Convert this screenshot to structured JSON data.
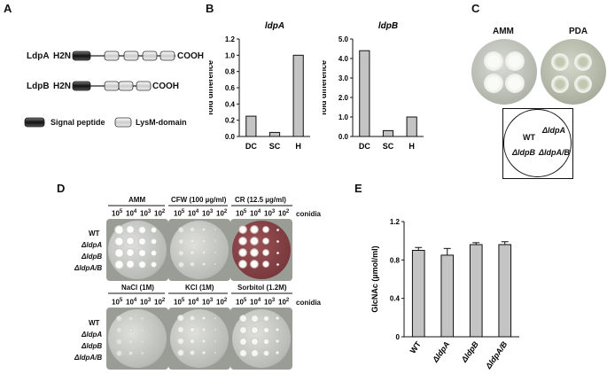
{
  "panels": {
    "a": "A",
    "b": "B",
    "c": "C",
    "d": "D",
    "e": "E"
  },
  "panel_a": {
    "proteins": [
      {
        "name": "LdpA",
        "n_term": "H2N",
        "c_term": "COOH",
        "lysm_count": 4
      },
      {
        "name": "LdpB",
        "n_term": "H2N",
        "c_term": "COOH",
        "lysm_count": 3
      }
    ],
    "legend": {
      "signal_peptide": "Signal peptide",
      "lysm": "LysM-domain"
    }
  },
  "chart_data": [
    {
      "type": "bar",
      "title": "ldpA",
      "ylabel": "fold difference",
      "categories": [
        "DC",
        "SC",
        "H"
      ],
      "values": [
        0.25,
        0.05,
        1.0
      ],
      "ylim": [
        0,
        1.2
      ],
      "ticks": [
        "0.0",
        "0.2",
        "0.4",
        "0.6",
        "0.8",
        "1.0",
        "1.2"
      ]
    },
    {
      "type": "bar",
      "title": "ldpB",
      "ylabel": "fold difference",
      "categories": [
        "DC",
        "SC",
        "H"
      ],
      "values": [
        4.4,
        0.3,
        1.0
      ],
      "ylim": [
        0,
        5.0
      ],
      "ticks": [
        "0.0",
        "1.0",
        "2.0",
        "3.0",
        "4.0",
        "5.0"
      ]
    },
    {
      "type": "bar",
      "ylabel": "GlcNAc (µmol/ml)",
      "categories": [
        "WT",
        "ΔldpA",
        "ΔldpB",
        "ΔldpA/B"
      ],
      "values": [
        0.9,
        0.85,
        0.96,
        0.96
      ],
      "errors": [
        0.03,
        0.07,
        0.02,
        0.03
      ],
      "ylim": [
        0,
        1.2
      ],
      "ticks": [
        "0",
        "0.4",
        "0.8",
        "1.2"
      ]
    }
  ],
  "panel_c": {
    "media": [
      "AMM",
      "PDA"
    ],
    "key_labels": [
      "WT",
      "ΔldpA",
      "ΔldpB",
      "ΔldpA/B"
    ]
  },
  "panel_d": {
    "top_conditions": [
      "AMM",
      "CFW (100 µg/ml)",
      "CR (12.5 µg/ml)"
    ],
    "bottom_conditions": [
      "NaCl (1M)",
      "KCl (1M)",
      "Sorbitol (1.2M)"
    ],
    "dilutions": [
      "10",
      "10",
      "10",
      "10"
    ],
    "dilution_exponents": [
      "5",
      "4",
      "3",
      "2"
    ],
    "conidia_label": "conidia",
    "strains": [
      "WT",
      "ΔldpA",
      "ΔldpB",
      "ΔldpA/B"
    ]
  }
}
